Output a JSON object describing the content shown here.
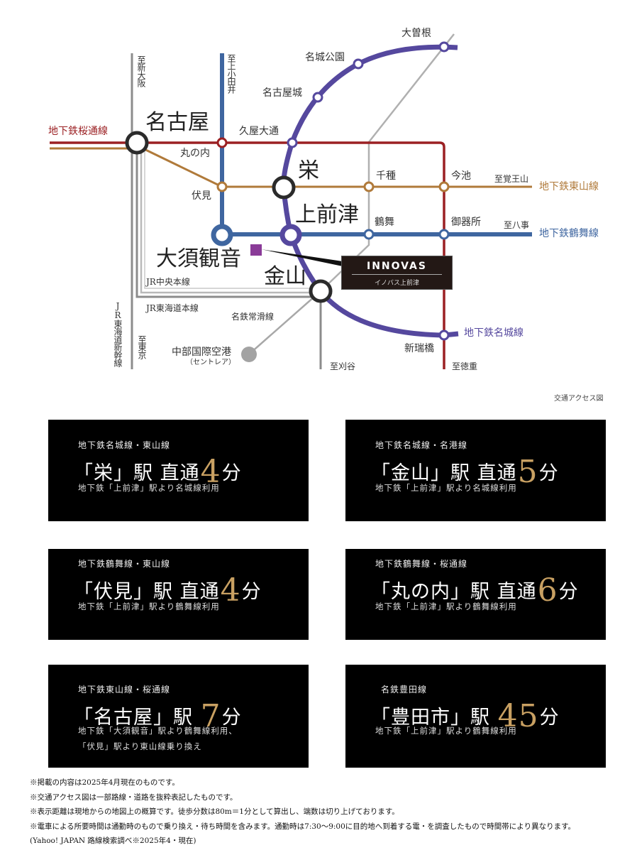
{
  "map": {
    "caption": "交通アクセス図",
    "colors": {
      "sakura_dori": "#9b2023",
      "higashiyama": "#b07a3a",
      "tsurumai": "#3f66a0",
      "meijo": "#55489e",
      "jr": "#8c8c8c",
      "meitetsu": "#a8a8a8",
      "hub": "#2b2b2b",
      "site": "#8a3b98"
    },
    "line_labels": {
      "sakura_dori": "地下鉄桜通線",
      "higashiyama": "地下鉄東山線",
      "tsurumai": "地下鉄鶴舞線",
      "meijo": "地下鉄名城線",
      "jr_chuo": "JR中央本線",
      "jr_tokaido": "JR東海道本線",
      "jr_shinkansen": "JR東海道新幹線",
      "meitetsu_tokoname": "名鉄常滑線"
    },
    "major_stations": {
      "nagoya": "名古屋",
      "sakae": "栄",
      "kamimaezu": "上前津",
      "osu_kannon": "大須観音",
      "kanayama": "金山"
    },
    "stations": {
      "marunouchi": "丸の内",
      "hisaya_odori": "久屋大通",
      "fushimi": "伏見",
      "chikusa": "千種",
      "imaike": "今池",
      "tsurumai": "鶴舞",
      "gokiso": "御器所",
      "nagoyajo": "名古屋城",
      "meijo_koen": "名城公園",
      "ozone": "大曽根",
      "aratamabashi": "新瑞橋"
    },
    "directions": {
      "shin_osaka": "至新大阪",
      "kami_otai": "至上小田井",
      "kakuozan": "至覚王山",
      "yagoto": "至八事",
      "tokyo": "至東京",
      "kariya": "至刈谷",
      "tokushige": "至徳重"
    },
    "airport": {
      "name": "中部国際空港",
      "sub": "（セントレア）"
    },
    "property": {
      "name": "INNOVAS",
      "sub": "イノバス上前津"
    }
  },
  "cards": [
    {
      "lines": "地下鉄名城線・東山線",
      "station": "「栄」駅",
      "direct": "直通",
      "minutes": "4",
      "unit": "分",
      "note1": "地下鉄「上前津」駅より名城線利用",
      "note2": ""
    },
    {
      "lines": "地下鉄名城線・名港線",
      "station": "「金山」駅",
      "direct": "直通",
      "minutes": "5",
      "unit": "分",
      "note1": "地下鉄「上前津」駅より名城線利用",
      "note2": ""
    },
    {
      "lines": "地下鉄鶴舞線・東山線",
      "station": "「伏見」駅",
      "direct": "直通",
      "minutes": "4",
      "unit": "分",
      "note1": "地下鉄「上前津」駅より鶴舞線利用",
      "note2": ""
    },
    {
      "lines": "地下鉄鶴舞線・桜通線",
      "station": "「丸の内」駅",
      "direct": "直通",
      "minutes": "6",
      "unit": "分",
      "note1": "地下鉄「上前津」駅より鶴舞線利用",
      "note2": ""
    },
    {
      "lines": "地下鉄東山線・桜通線",
      "station": "「名古屋」駅",
      "direct": "",
      "minutes": "7",
      "unit": "分",
      "note1": "地下鉄「大須観音」駅より鶴舞線利用、",
      "note2": "「伏見」駅より東山線乗り換え"
    },
    {
      "lines": "名鉄豊田線",
      "station": "「豊田市」駅",
      "direct": "",
      "minutes": "45",
      "unit": "分",
      "note1": "地下鉄「上前津」駅より鶴舞線利用",
      "note2": ""
    }
  ],
  "footnotes": [
    "※掲載の内容は2025年4月現在のものです。",
    "※交通アクセス図は一部路線・道路を抜粋表記したものです。",
    "※表示距離は現地からの地図上の概算です。徒歩分数は80m＝1分として算出し、端数は切り上げております。",
    "※電車による所要時間は通勤時のもので乗り換え・待ち時間を含みます。通勤時は7:30～9:00に目的地へ到着する電・を調査したもので時間帯により異なります。",
    "(Yahoo! JAPAN 路線検索調べ※2025年4・現在)"
  ]
}
